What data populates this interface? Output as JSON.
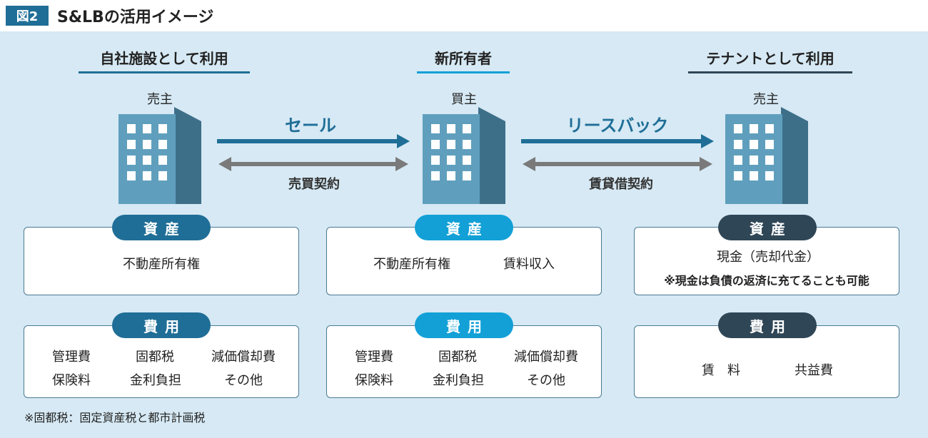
{
  "figure": {
    "badge": "図2",
    "title": "S&LBの活用イメージ"
  },
  "columns": [
    {
      "heading": "自社施設として利用",
      "role": "売主"
    },
    {
      "heading": "新所有者",
      "role": "買主"
    },
    {
      "heading": "テナントとして利用",
      "role": "売主"
    }
  ],
  "transactions": [
    {
      "action": "セール",
      "contract": "売買契約"
    },
    {
      "action": "リースバック",
      "contract": "賃貸借契約"
    }
  ],
  "assets": {
    "label": "資産",
    "col1": [
      "不動産所有権"
    ],
    "col2": [
      "不動産所有権",
      "賃料収入"
    ],
    "col3": [
      "現金（売却代金）"
    ],
    "col3_note": "※現金は負債の返済に充てることも可能"
  },
  "expenses": {
    "label": "費用",
    "col1": [
      "管理費",
      "固都税",
      "減価償却費",
      "保険料",
      "金利負担",
      "その他"
    ],
    "col2": [
      "管理費",
      "固都税",
      "減価償却費",
      "保険料",
      "金利負担",
      "その他"
    ],
    "col3": [
      "賃　料",
      "共益費"
    ]
  },
  "footnote": "※固都税：固定資産税と都市計画税",
  "colors": {
    "navy": "#1f6e97",
    "cyan": "#12a0d7",
    "dark": "#2f4656",
    "panel": "#d6e9f4",
    "arrow_gray": "#7a7a7a"
  }
}
